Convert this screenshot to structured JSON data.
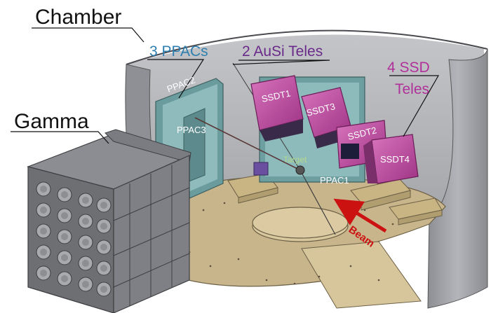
{
  "labels": {
    "chamber": "Chamber",
    "gamma": "Gamma",
    "ppacs_group": "3 PPACs",
    "ausi_group": "2 AuSi Teles",
    "ssd_group_line1": "4 SSD",
    "ssd_group_line2": "Teles",
    "ppac1": "PPAC1",
    "ppac2": "PPAC2",
    "ppac3": "PPAC3",
    "ssdt1": "SSDT1",
    "ssdt2": "SSDT2",
    "ssdt3": "SSDT3",
    "ssdt4": "SSDT4",
    "target": "Target",
    "beam": "Beam"
  },
  "colors": {
    "chamber_wall": "#9d9ea3",
    "chamber_inner": "#b7b8bc",
    "floor": "#c8b58c",
    "ppac_panel": "#7aa6a6",
    "telescope": "#c04aa0",
    "beam": "#cc1111",
    "ppacs_label": "#2f7fb0",
    "ausi_label": "#6a2a8a",
    "ssd_label": "#b0309a",
    "target_label": "#b6d98a",
    "gamma_frame": "#6e6f73"
  },
  "icons": {
    "beam_arrow": "arrow-icon"
  }
}
